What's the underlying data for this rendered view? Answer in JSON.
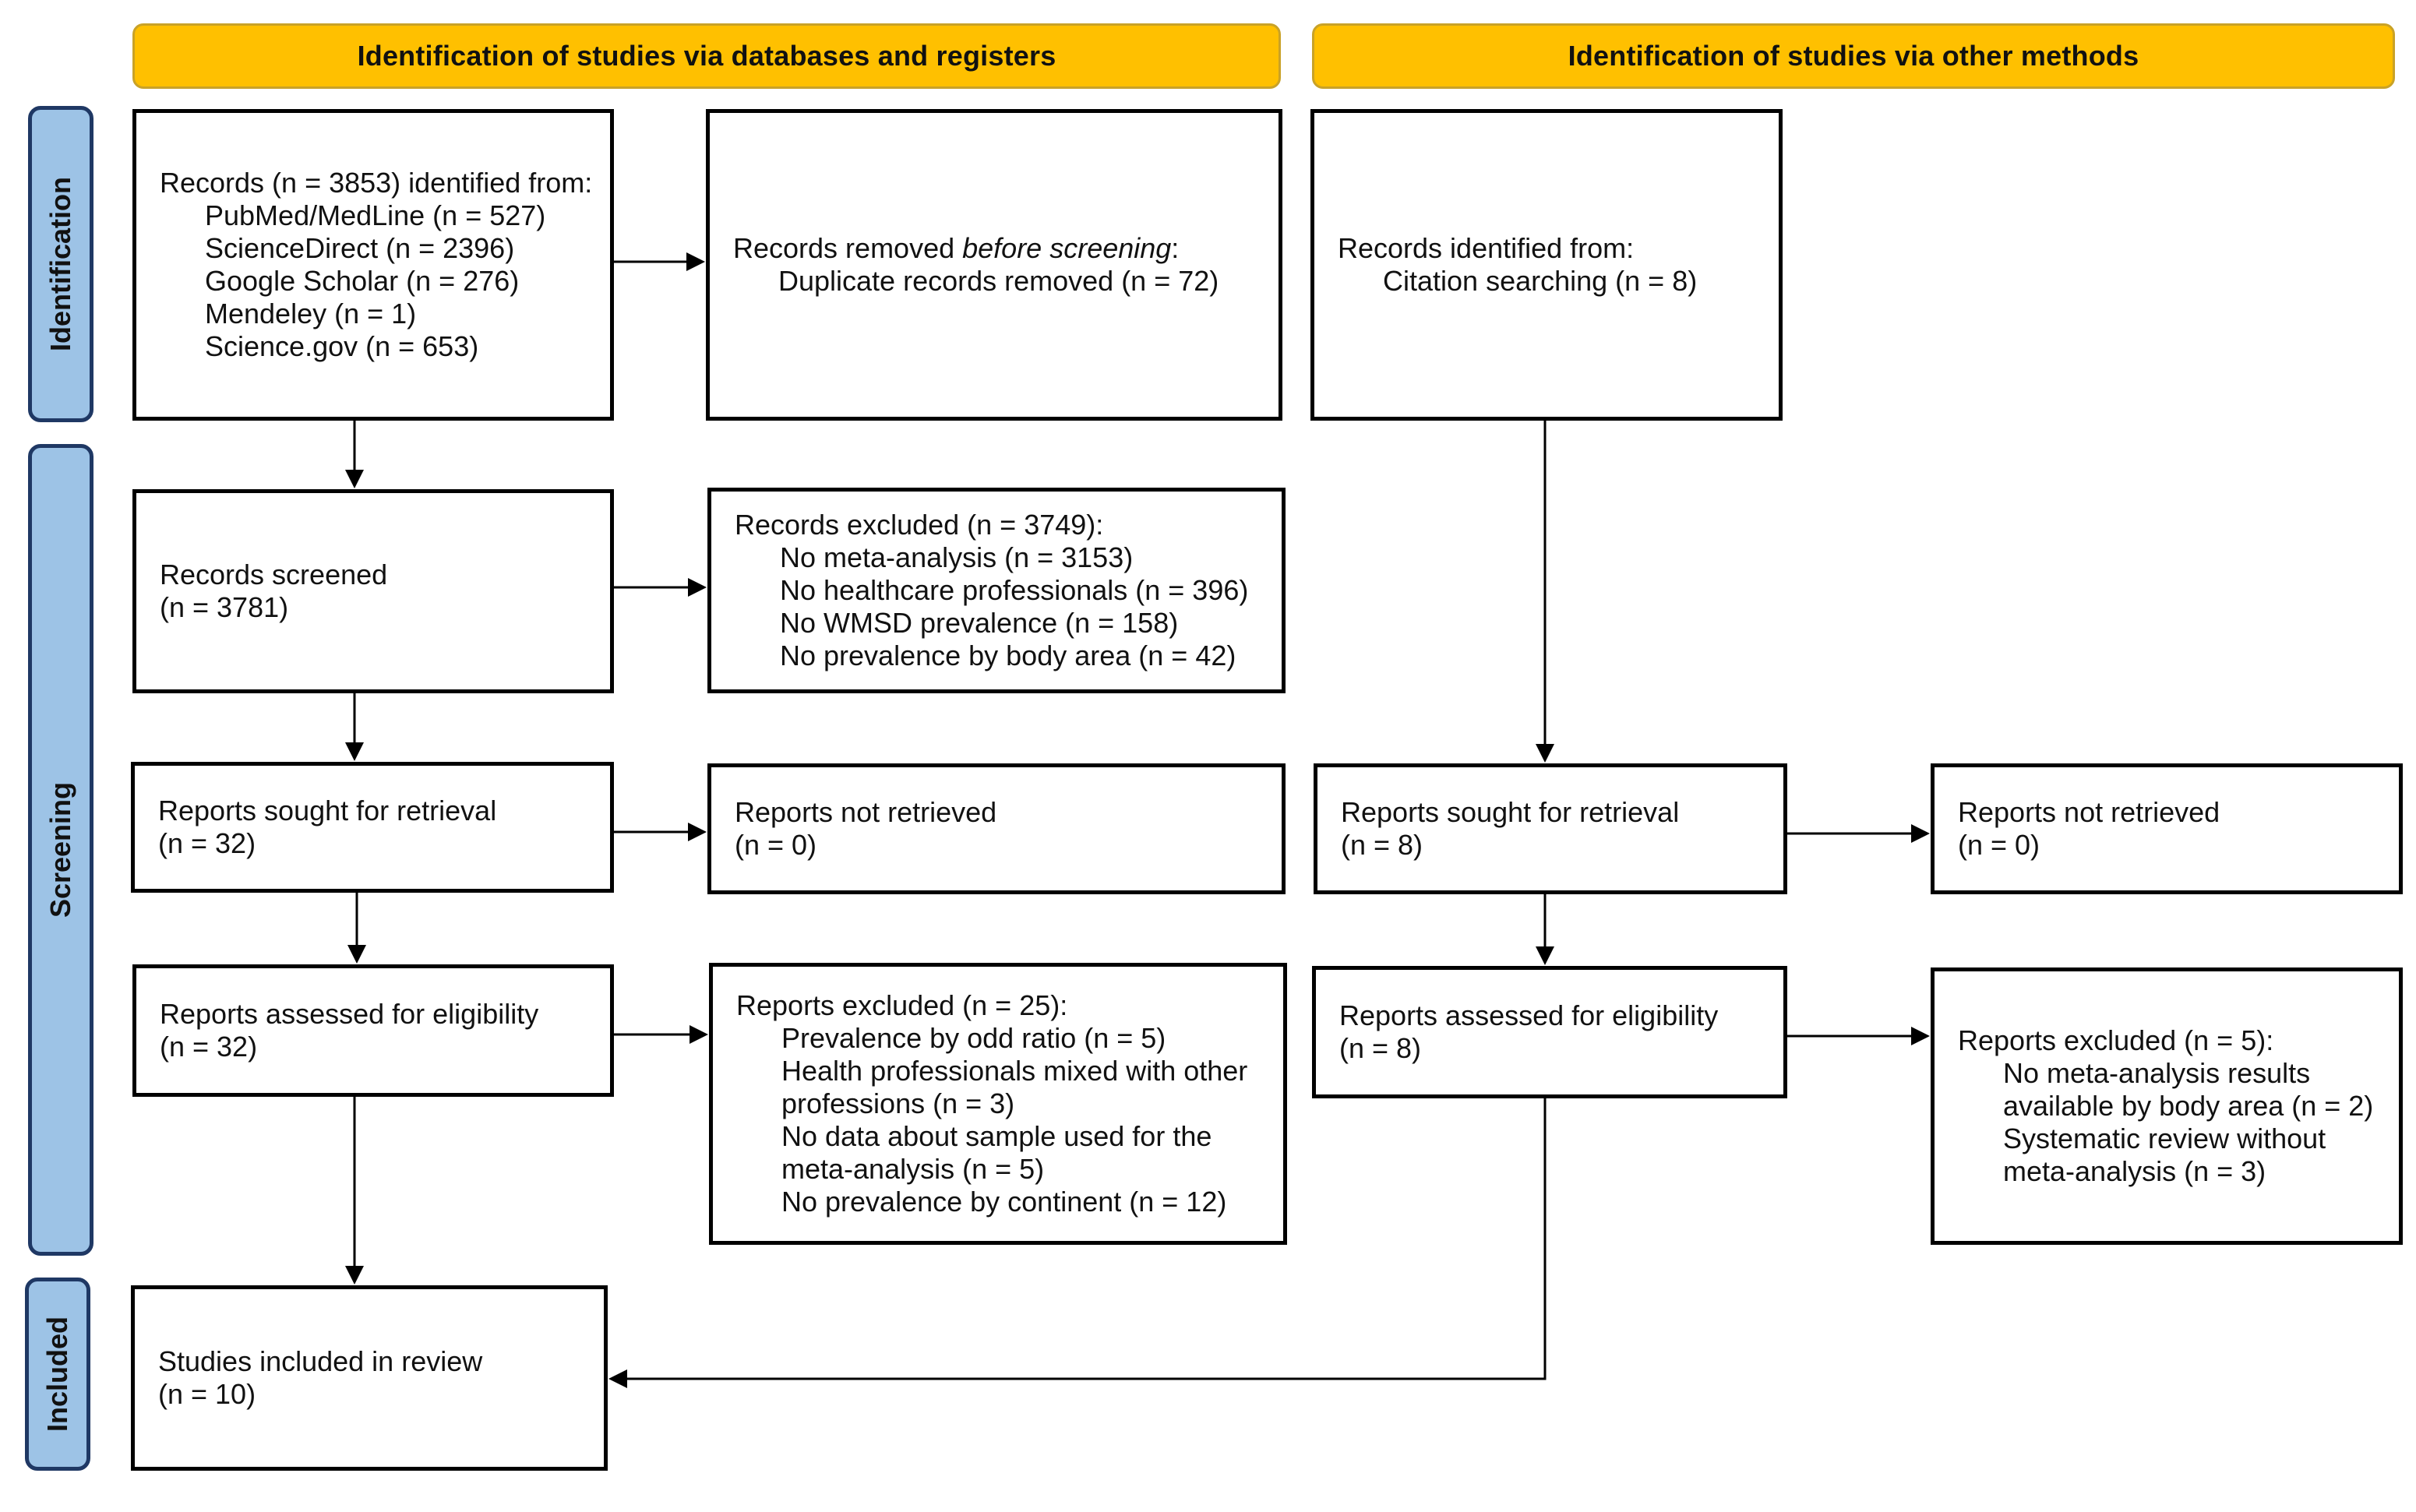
{
  "headers": {
    "databases": "Identification of studies via databases and registers",
    "other": "Identification of studies via other methods"
  },
  "phases": {
    "identification": "Identification",
    "screening": "Screening",
    "included": "Included"
  },
  "boxes": {
    "records_identified": {
      "title": "Records (n = 3853) identified from:",
      "items": [
        "PubMed/MedLine (n = 527)",
        "ScienceDirect (n = 2396)",
        "Google Scholar (n = 276)",
        "Mendeley (n = 1)",
        "Science.gov (n = 653)"
      ]
    },
    "records_removed": {
      "title_prefix": "Records removed ",
      "title_emph": "before screening",
      "title_suffix": ":",
      "items": [
        "Duplicate records removed (n = 72)"
      ]
    },
    "other_identified": {
      "title": "Records identified from:",
      "items": [
        "Citation searching (n = 8)"
      ]
    },
    "records_screened": {
      "line1": "Records screened",
      "line2": "(n = 3781)"
    },
    "records_excluded": {
      "title": "Records excluded (n = 3749):",
      "items": [
        "No meta-analysis (n = 3153)",
        "No healthcare professionals (n = 396)",
        "No WMSD prevalence (n = 158)",
        "No prevalence by body area (n = 42)"
      ]
    },
    "reports_sought_db": {
      "line1": "Reports sought for retrieval",
      "line2": "(n = 32)"
    },
    "reports_not_retrieved_db": {
      "line1": "Reports not retrieved",
      "line2": "(n = 0)"
    },
    "reports_sought_other": {
      "line1": "Reports sought for retrieval",
      "line2": "(n = 8)"
    },
    "reports_not_retrieved_other": {
      "line1": "Reports not retrieved",
      "line2": "(n = 0)"
    },
    "reports_assessed_db": {
      "line1": "Reports assessed for eligibility",
      "line2": "(n = 32)"
    },
    "reports_excluded_db": {
      "title": "Reports excluded (n = 25):",
      "items": [
        "Prevalence by odd ratio (n = 5)",
        "Health professionals mixed with other",
        "professions (n = 3)",
        "No data about sample used for the",
        "meta-analysis (n = 5)",
        "No prevalence by continent (n = 12)"
      ]
    },
    "reports_assessed_other": {
      "line1": "Reports assessed for eligibility",
      "line2": "(n = 8)"
    },
    "reports_excluded_other": {
      "title": "Reports excluded (n = 5):",
      "items": [
        "No meta-analysis results",
        "available by body area (n = 2)",
        "Systematic review without",
        "meta-analysis (n = 3)"
      ]
    },
    "studies_included": {
      "line1": "Studies included in review",
      "line2": "(n = 10)"
    }
  },
  "colors": {
    "header_fill": "#ffc000",
    "phase_fill": "#9dc3e6",
    "phase_border": "#1f3864",
    "box_border": "#000000"
  }
}
